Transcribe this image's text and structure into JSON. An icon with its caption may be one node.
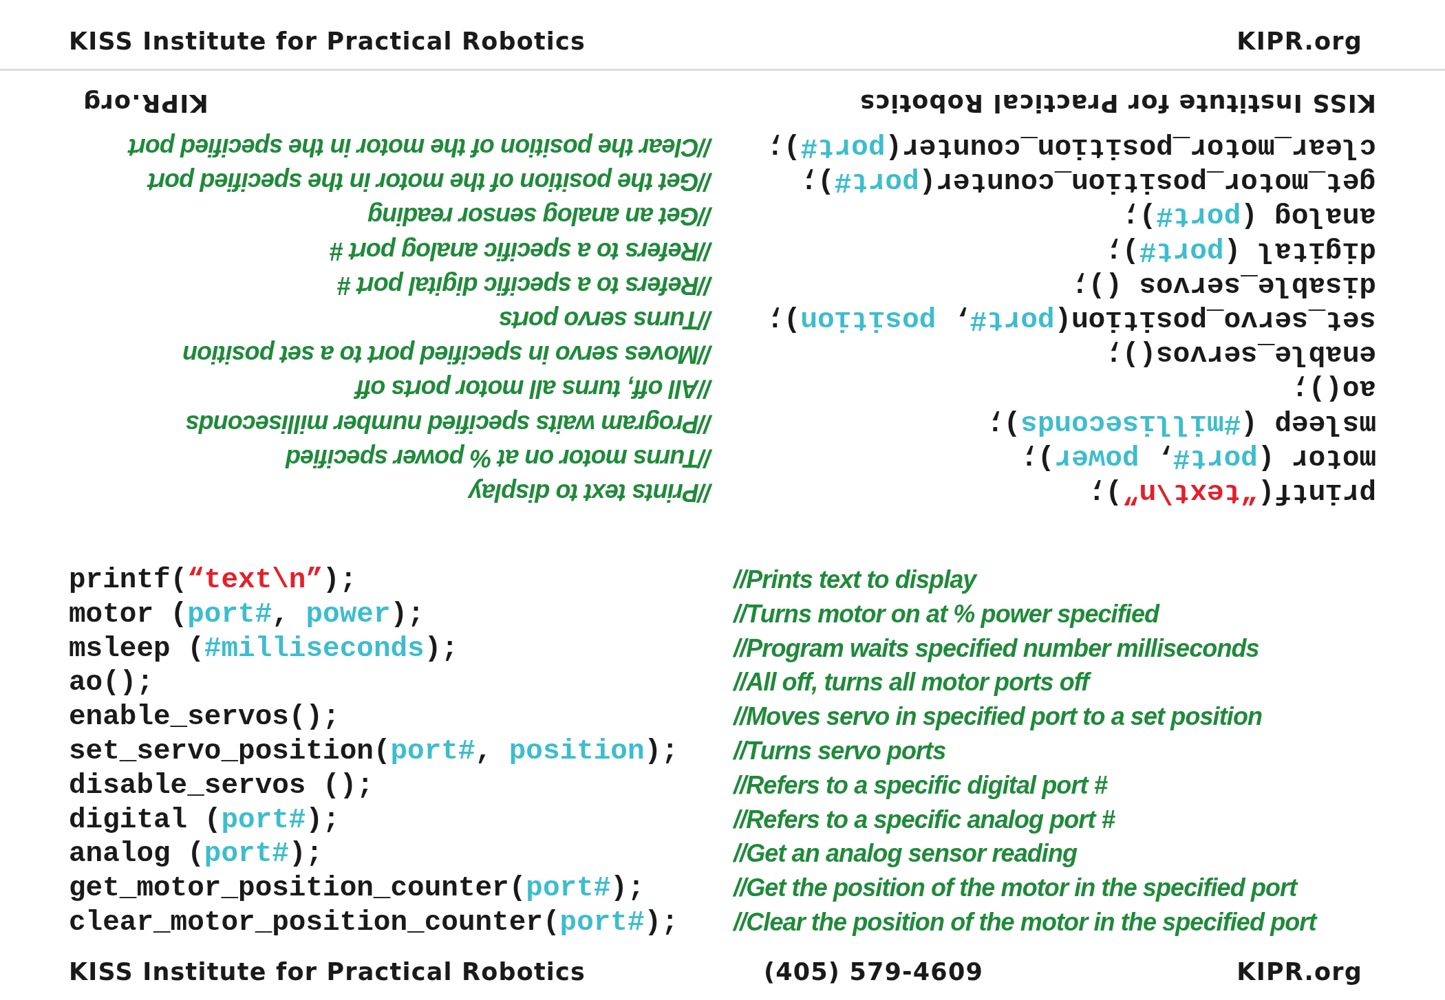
{
  "diagram": {
    "labels": [
      "KISS Institute for Practical Robotics",
      "KIPR.org",
      "printf(“text\\n”);",
      "//Prints text to display",
      "motor (port#, power);",
      "//Turns motor on at % power specified",
      "msleep (#milliseconds);",
      "//Program waits specified number milliseconds",
      "ao();",
      "//All off, turns all motor ports off",
      "enable_servos();",
      "//Moves servo in specified port to a set position",
      "set_servo_position(port#, position);",
      "//Turns servo ports",
      "disable_servos ();",
      "//Refers to a specific digital port #",
      "digital (port#);",
      "//Refers to a specific analog port #",
      "analog (port#);",
      "//Get an analog sensor reading",
      "get_motor_position_counter(port#);",
      "//Get the position of the motor in the specified port",
      "clear_motor_position_counter(port#);",
      "//Clear the position of the motor in the specified port",
      "KISS Institute for Practical Robotics",
      "KIPR.org",
      "printf(“text\\n”);",
      "//Prints text to display",
      "motor (port#, power);",
      "//Turns motor on at % power specified",
      "msleep (#milliseconds);",
      "//Program waits specified number milliseconds",
      "ao();",
      "//All off, turns all motor ports off",
      "enable_servos();",
      "//Moves servo in specified port to a set position",
      "set_servo_position(port#, position);",
      "//Turns servo ports",
      "disable_servos ();",
      "//Refers to a specific digital port #",
      "digital (port#);",
      "//Refers to a specific analog port #",
      "analog (port#);",
      "//Get an analog sensor reading",
      "get_motor_position_counter(port#);",
      "//Get the position of the motor in the specified port",
      "clear_motor_position_counter(port#);",
      "//Clear the position of the motor in the specified port",
      "KISS Institute for Practical Robotics",
      "(405) 579-4609",
      "KIPR.org"
    ]
  }
}
